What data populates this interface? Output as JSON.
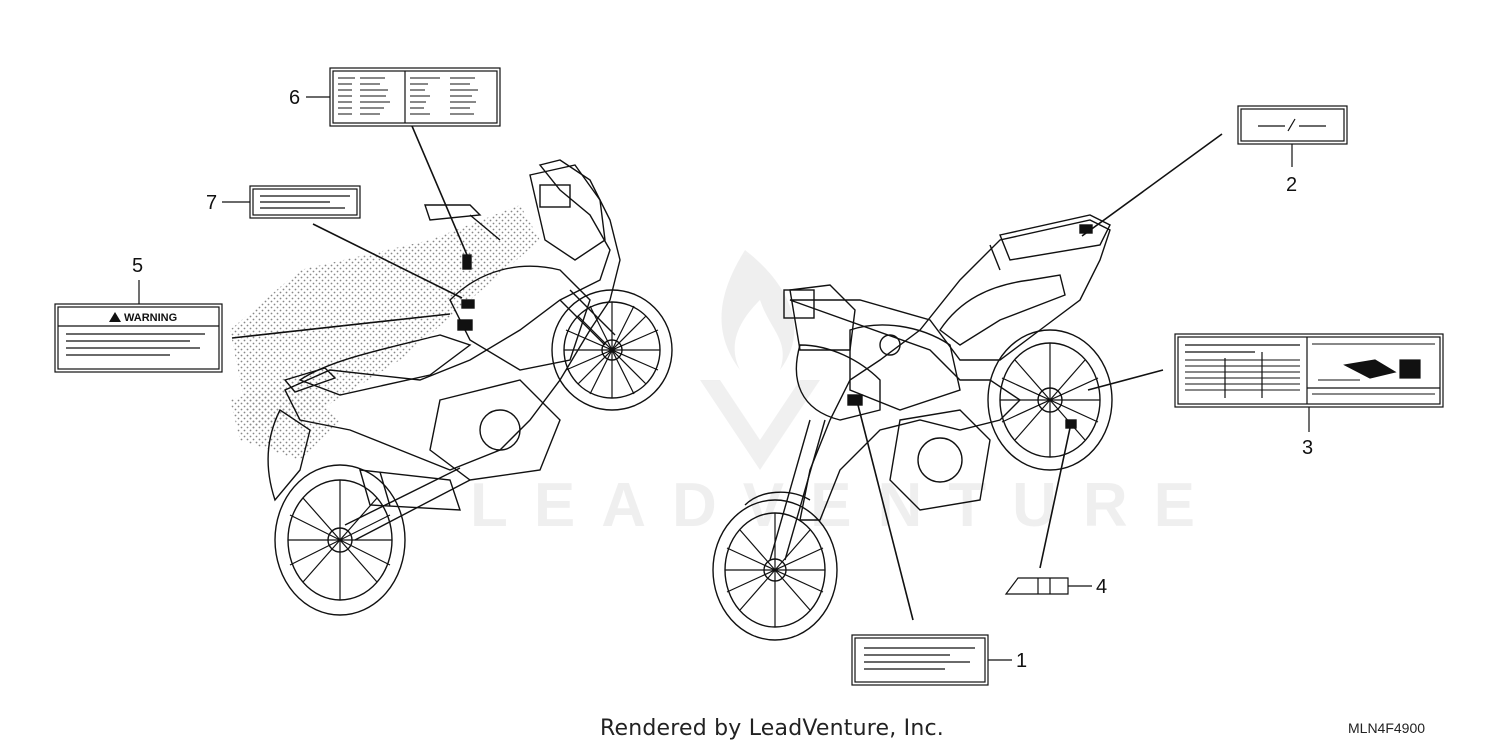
{
  "diagram": {
    "callouts": [
      "1",
      "2",
      "3",
      "4",
      "5",
      "6",
      "7"
    ],
    "warning_label": "WARNING",
    "icons": [
      "motorcycle-left-view-icon",
      "motorcycle-right-view-icon",
      "leadventure-flame-logo-icon"
    ]
  },
  "footer": {
    "credit": "Rendered by LeadVenture, Inc.",
    "code": "MLN4F4900"
  },
  "watermark": {
    "text": "LEADVENTURE"
  }
}
